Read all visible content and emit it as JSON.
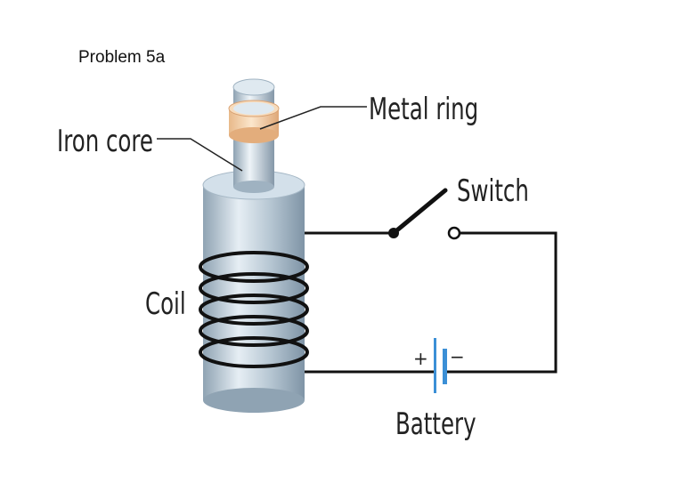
{
  "problem_title": "Problem 5a",
  "labels": {
    "metal_ring": "Metal ring",
    "iron_core": "Iron core",
    "switch": "Switch",
    "coil": "Coil",
    "battery": "Battery",
    "plus": "+",
    "minus": "−"
  },
  "colors": {
    "wire": "#111111",
    "cylinder_body": "#aebfcc",
    "cylinder_highlight": "#e6eef4",
    "ring": "#f2cfa6",
    "battery_plate": "#3b8fd6"
  }
}
